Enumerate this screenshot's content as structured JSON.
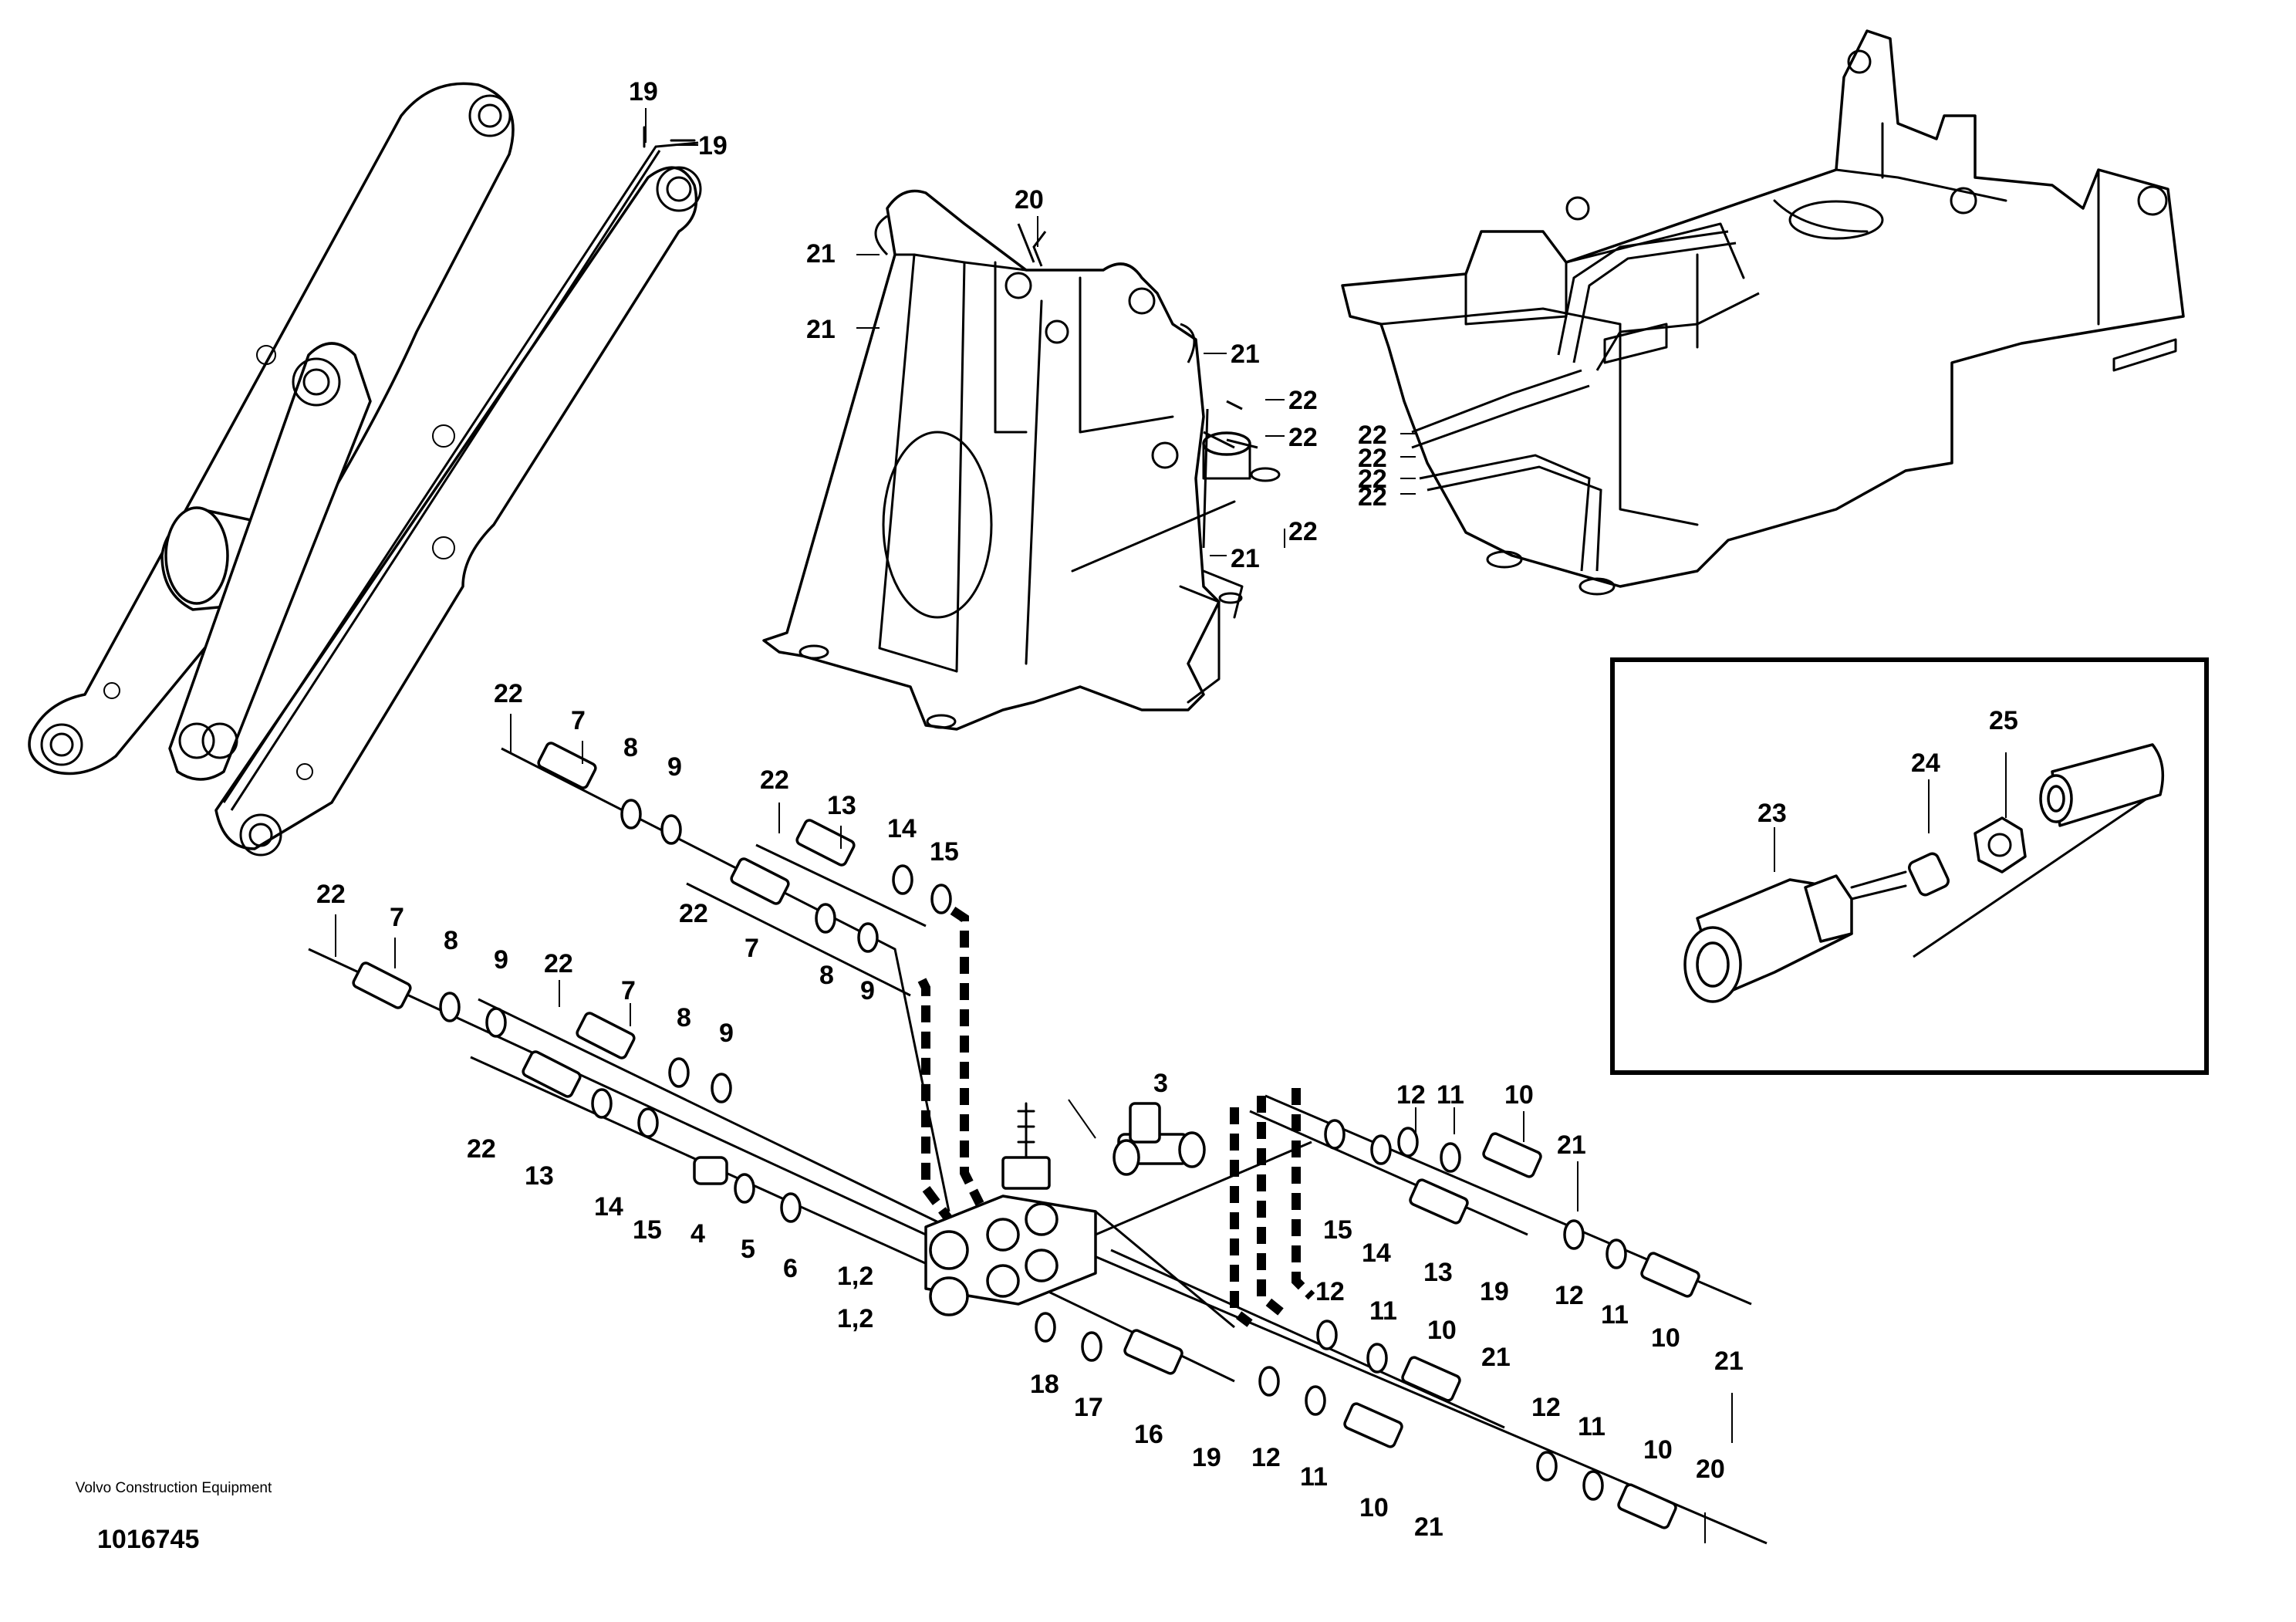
{
  "document": {
    "manufacturer": "Volvo Construction Equipment",
    "illustration_number": "1016745"
  },
  "callouts": {
    "c19a": "19",
    "c19b": "19",
    "c20a": "20",
    "c21a": "21",
    "c21b": "21",
    "c21c": "21",
    "c21d": "21",
    "c22a": "22",
    "c22b": "22",
    "c22c": "22",
    "c22d": "22",
    "c22e": "22",
    "c22f": "22",
    "c22g": "22",
    "c22h": "22",
    "c22i": "22",
    "c22j": "22",
    "c22k": "22",
    "c22l": "22",
    "c7a": "7",
    "c8a": "8",
    "c9a": "9",
    "c13a": "13",
    "c14a": "14",
    "c15a": "15",
    "c7b": "7",
    "c8b": "8",
    "c9b": "9",
    "c7c": "7",
    "c8c": "8",
    "c9c": "9",
    "c7d": "7",
    "c8d": "8",
    "c9d": "9",
    "c13b": "13",
    "c14b": "14",
    "c15b": "15",
    "c4": "4",
    "c5": "5",
    "c6": "6",
    "c12a": "1,2",
    "c12b": "1,2",
    "c3": "3",
    "c12x1": "12",
    "c11x1": "11",
    "c10x1": "10",
    "c21x1": "21",
    "c15c": "15",
    "c14c": "14",
    "c13c": "13",
    "c19c": "19",
    "c12x2": "12",
    "c11x2": "11",
    "c10x2": "10",
    "c21x2": "21",
    "c12x3": "12",
    "c11x3": "11",
    "c10x3": "10",
    "c21x3": "21",
    "c18": "18",
    "c17": "17",
    "c16": "16",
    "c19d": "19",
    "c12x4": "12",
    "c11x4": "11",
    "c10x4": "10",
    "c21x4": "21",
    "c12x5": "12",
    "c11x5": "11",
    "c10x5": "10",
    "c20b": "20",
    "c23": "23",
    "c24": "24",
    "c25": "25"
  }
}
